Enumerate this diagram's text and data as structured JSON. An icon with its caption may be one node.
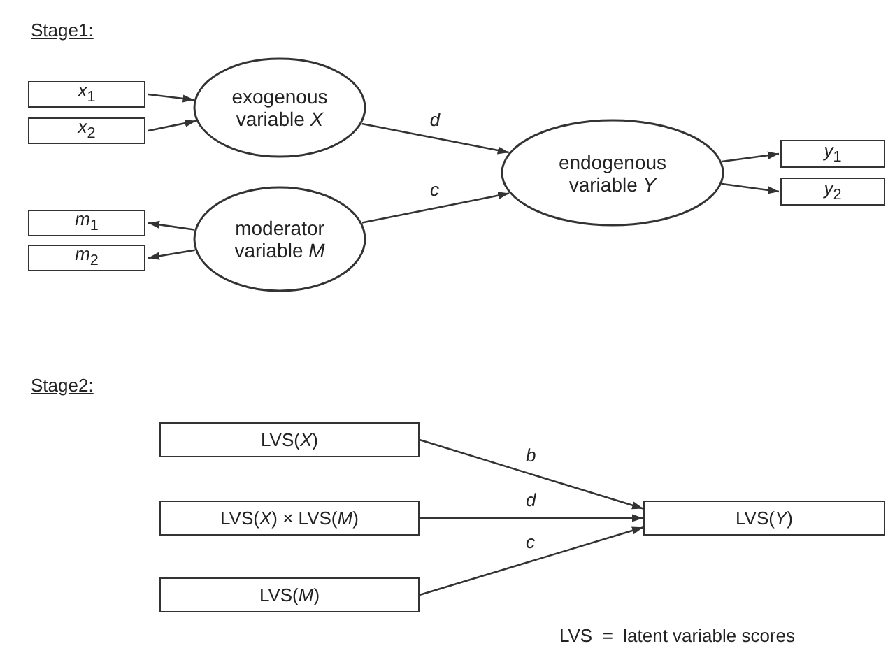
{
  "diagram": {
    "nodes": [
      {
        "text": [
          "*x*$_{1}$"
        ]
      },
      {
        "text": [
          "*x*$_{2}$"
        ]
      },
      {
        "text": [
          "exogenous variable *X*"
        ]
      },
      {
        "text": [
          "*m*$_{1}$"
        ]
      },
      {
        "text": [
          "*m*$_{2}$"
        ]
      },
      {
        "text": [
          "moderator variable *M*"
        ]
      },
      {
        "text": [
          "endogenous variable *Y*"
        ]
      },
      {
        "text": [
          "*y*$_{1}$"
        ]
      },
      {
        "text": [
          "*y*$_{2}$"
        ]
      },
      {
        "text": [
          "LVS(*X*)"
        ]
      },
      {
        "text": [
          "LVS(*X*) × LVS(*M*)"
        ]
      },
      {
        "text": [
          "LVS(*M*)"
        ]
      },
      {
        "text": [
          "LVS(*Y*)"
        ]
      }
    ],
    "edges": [
      {
        "from": 0,
        "to": 2,
        "arrow": "to"
      },
      {
        "from": 1,
        "to": 2,
        "arrow": "to"
      },
      {
        "from": 5,
        "to": 3,
        "arrow": "to"
      },
      {
        "from": 5,
        "to": 4,
        "arrow": "to"
      },
      {
        "from": 2,
        "to": 6,
        "arrow": "to",
        "label": "*d*"
      },
      {
        "from": 5,
        "to": 6,
        "arrow": "to",
        "label": "*c*"
      },
      {
        "from": 6,
        "to": 7,
        "arrow": "to"
      },
      {
        "from": 6,
        "to": 8,
        "arrow": "to"
      },
      {
        "from": 9,
        "to": 12,
        "arrow": "to",
        "label": "*b*"
      },
      {
        "from": 10,
        "to": 12,
        "arrow": "to",
        "label": "*d*"
      },
      {
        "from": 11,
        "to": 12,
        "arrow": "to",
        "label": "*c*"
      }
    ],
    "labels": [
      "Stage1:",
      "Stage2:",
      "LVS  =  latent variable scores"
    ]
  }
}
